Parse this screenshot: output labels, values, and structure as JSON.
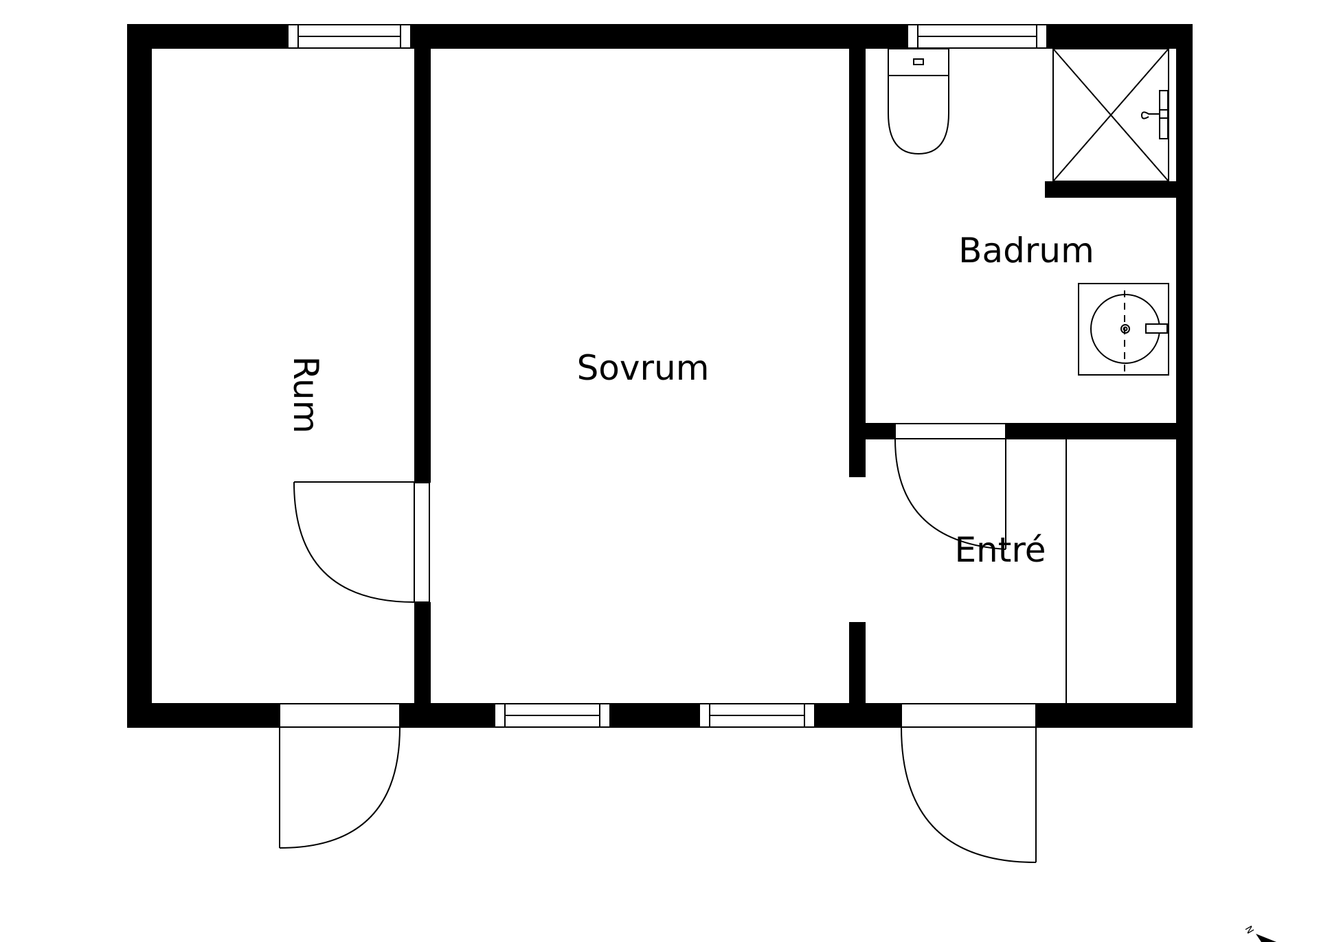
{
  "rooms": {
    "rum": "Rum",
    "sovrum": "Sovrum",
    "badrum": "Badrum",
    "entre": "Entré"
  },
  "compass": {
    "north_label": "N"
  },
  "colors": {
    "wall": "#000000",
    "background": "#ffffff"
  }
}
